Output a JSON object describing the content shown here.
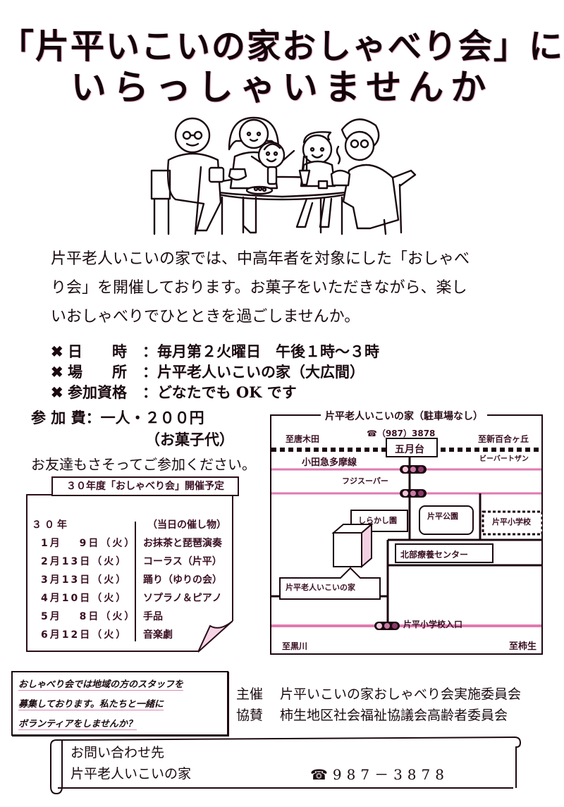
{
  "title": {
    "line1": "「片平いこいの家おしゃべり会」に",
    "line2": "いらっしゃいませんか"
  },
  "illustration": {
    "alt": "family-at-table-illustration"
  },
  "intro": {
    "line1": "片平老人いこいの家では、中高年者を対象にした「おしゃべ",
    "line2": "り会」を開催しております。お菓子をいただきながら、楽し",
    "line3": "いおしゃべりでひとときを過ごしませんか。"
  },
  "details": [
    {
      "icon": "clover-bullet-icon",
      "mark": "✖",
      "label": "日　　時",
      "value": "：毎月第２火曜日　午後１時～３時"
    },
    {
      "icon": "clover-bullet-icon",
      "mark": "✖",
      "label": "場　　所",
      "value": "：片平老人いこいの家（大広間）"
    },
    {
      "icon": "clover-bullet-icon",
      "mark": "✖",
      "label": "参加資格",
      "value": "：どなたでも OK です"
    }
  ],
  "fee": {
    "line1": "参 加 費：一人・２００円",
    "line2": "（お菓子代）",
    "invite": "お友達もさそってご参加ください。"
  },
  "schedule": {
    "header": "３０年度「おしゃべり会」開催予定",
    "year": "３０年",
    "events_header": "（当日の催し物）",
    "rows": [
      {
        "date": "1月　 9日（火）",
        "event": "お抹茶と琵琶演奏"
      },
      {
        "date": "2月13日（火）",
        "event": "コーラス（片平）"
      },
      {
        "date": "3月13日（火）",
        "event": "踊り（ゆりの会）"
      },
      {
        "date": "4月10日（火）",
        "event": "ソプラノ＆ピアノ"
      },
      {
        "date": "5月　 8日（火）",
        "event": "手品"
      },
      {
        "date": "6月12日（火）",
        "event": "音楽劇"
      }
    ]
  },
  "map": {
    "title": "片平老人いこいの家（駐車場なし）",
    "phone": "☎（987）3878",
    "to_karakida": "至唐木田",
    "to_shinyurigaoka": "至新百合ヶ丘",
    "station": "五月台",
    "railway": "小田急多摩線",
    "store_beaver": "ビーバートザン",
    "store_fuji": "フジスーパー",
    "shirakashien": "しらかし園",
    "park": "片平公園",
    "school": "片平小学校",
    "center": "北部療養センター",
    "home": "片平老人いこいの家",
    "school_entrance": "片平小学校入口",
    "to_kurokawa": "至黒川",
    "to_kakio": "至柿生",
    "colors": {
      "road": "#e07ab0",
      "line": "#1c0810",
      "signal": "#b06a90"
    }
  },
  "volunteer": {
    "line1": "おしゃべり会では地域の方のスタッフを",
    "line2": "募集しております。私たちと一緒に",
    "line3": "ボランティアをしませんか？"
  },
  "organizers": {
    "host_label": "主催",
    "host": "片平いこいの家おしゃべり会実施委員会",
    "sponsor_label": "協賛",
    "sponsor": "柿生地区社会福祉協議会高齢者委員会"
  },
  "contact": {
    "heading": "お問い合わせ先",
    "name": "片平老人いこいの家",
    "phone": "☎987－3878"
  }
}
